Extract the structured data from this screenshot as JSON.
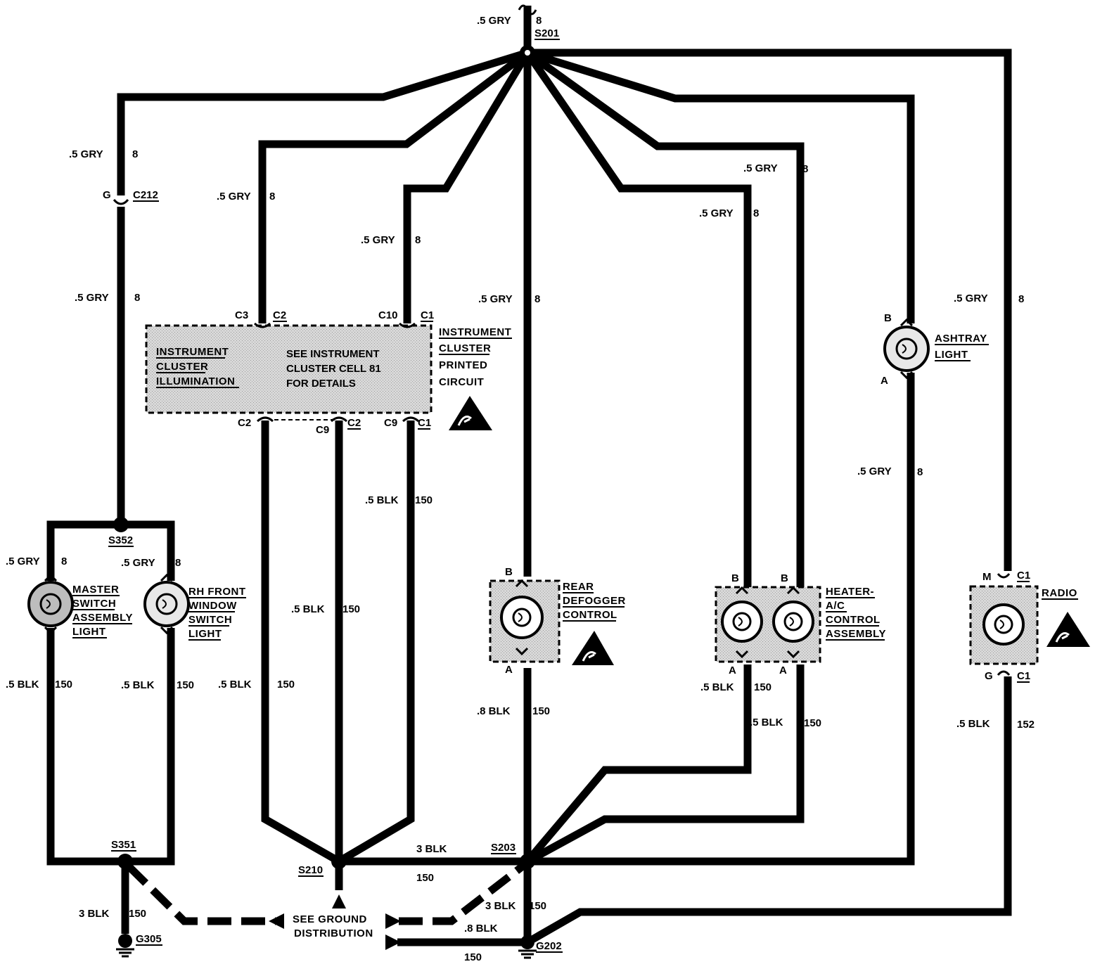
{
  "splices": {
    "s201": "S201",
    "s352": "S352",
    "s351": "S351",
    "s210": "S210",
    "s203": "S203"
  },
  "grounds": {
    "g305": "G305",
    "g202": "G202"
  },
  "connector_c212": {
    "pin": "G",
    "name": "C212"
  },
  "components": {
    "instrument_cluster": {
      "inner_lines": [
        "INSTRUMENT",
        "CLUSTER",
        "ILLUMINATION"
      ],
      "note_lines": [
        "SEE INSTRUMENT",
        "CLUSTER CELL 81",
        "FOR DETAILS"
      ],
      "side_lines": [
        "INSTRUMENT",
        "CLUSTER",
        "PRINTED",
        "CIRCUIT"
      ],
      "top_pins": [
        "C3",
        "C2",
        "C10",
        "C1"
      ],
      "bottom_pins": [
        "C2",
        "C9",
        "C2",
        "C9",
        "C1"
      ]
    },
    "master_switch": {
      "lines": [
        "MASTER",
        "SWITCH",
        "ASSEMBLY",
        "LIGHT"
      ]
    },
    "rh_front_window": {
      "lines": [
        "RH FRONT",
        "WINDOW",
        "SWITCH",
        "LIGHT"
      ]
    },
    "rear_defogger": {
      "lines": [
        "REAR",
        "DEFOGGER",
        "CONTROL"
      ],
      "pin_top": "B",
      "pin_bottom": "A"
    },
    "heater_ac": {
      "lines": [
        "HEATER-",
        "A/C",
        "CONTROL",
        "ASSEMBLY"
      ],
      "pins_top": [
        "B",
        "B"
      ],
      "pins_bottom": [
        "A",
        "A"
      ]
    },
    "ashtray_light": {
      "lines": [
        "ASHTRAY",
        "LIGHT"
      ],
      "pin_top": "B",
      "pin_bottom": "A"
    },
    "radio": {
      "name": "RADIO",
      "pin_top": "M",
      "pin_top_conn": "C1",
      "pin_bottom": "G",
      "pin_bottom_conn": "C1"
    }
  },
  "see_ground": [
    "SEE GROUND",
    "DISTRIBUTION"
  ],
  "wire_labels": {
    "top_gry": ".5 GRY",
    "top_num": "8",
    "left_gry1": ".5 GRY",
    "left_num1": "8",
    "left_gry2": ".5 GRY",
    "left_num2": "8",
    "ic_c3_gry": ".5 GRY",
    "ic_c3_num": "8",
    "ic_c10_gry": ".5 GRY",
    "ic_c10_num": "8",
    "center_gry": ".5 GRY",
    "center_num": "8",
    "heater_gry1": ".5 GRY",
    "heater_num1": "8",
    "heater_gry2": ".5 GRY",
    "heater_num2": "8",
    "radio_gry": ".5 GRY",
    "radio_num": "8",
    "ashtray_gry": ".5 GRY",
    "ashtray_num": "8",
    "master_gry": ".5 GRY",
    "master_num": "8",
    "rh_gry": ".5 GRY",
    "rh_num": "8",
    "master_blk": ".5 BLK",
    "master_blk_num": "150",
    "rh_blk": ".5 BLK",
    "rh_blk_num": "150",
    "ic_c2_blk": ".5 BLK",
    "ic_c2_blk_num": "150",
    "ic_c9_blk": ".5 BLK",
    "ic_c9_blk_num": "150",
    "ic_c1_blk": ".5 BLK",
    "ic_c1_blk_num": "150",
    "defog_blk": ".8 BLK",
    "defog_blk_num": "150",
    "heater_blk1": ".5 BLK",
    "heater_blk1_num": "150",
    "heater_blk2": ".5 BLK",
    "heater_blk2_num": "150",
    "radio_blk": ".5 BLK",
    "radio_blk_num": "152",
    "s210_blk": "3 BLK",
    "s210_blk_num": "150",
    "s351_blk": "3 BLK",
    "s351_blk_num": "150",
    "s203_blk": "3 BLK",
    "s203_blk_num": "150",
    "g202_blk": ".8 BLK",
    "g202_blk_num": "150"
  }
}
